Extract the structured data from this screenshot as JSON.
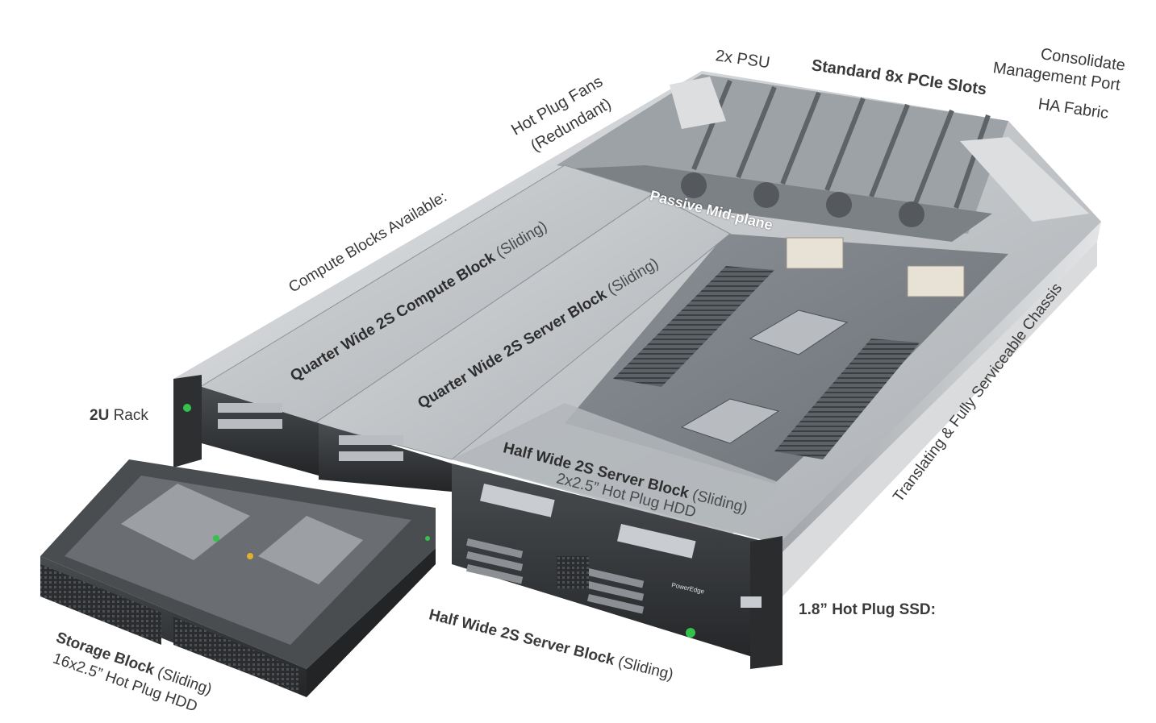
{
  "labels": {
    "psu": "2x PSU",
    "pcie": "Standard 8x PCIe Slots",
    "consolidate_1": "Consolidate",
    "consolidate_2": "Management Port",
    "ha_fabric": "HA Fabric",
    "fans_1": "Hot Plug Fans",
    "fans_2": "(Redundant)",
    "compute_blocks": "Compute Blocks Available:",
    "midplane": "Passive Mid-plane",
    "qw_compute": "Quarter Wide 2S Compute Block",
    "qw_compute_suffix": " (Sliding)",
    "qw_server": "Quarter Wide 2S Server Block",
    "qw_server_suffix": " (Sliding)",
    "rack_bold": "2U",
    "rack_rest": " Rack",
    "hw_server_top": "Half Wide 2S Server Block",
    "hw_server_top_suffix": " (Sliding)",
    "hw_hdd": "2x2.5” Hot Plug HDD",
    "chassis": "Translating & Fully Serviceable Chassis",
    "ssd": "1.8” Hot Plug SSD:",
    "hw_server_bottom": "Half Wide 2S Server Block",
    "hw_server_bottom_suffix": " (Sliding)",
    "storage": "Storage Block",
    "storage_suffix": " (Sliding)",
    "storage_hdd": "16x2.5” Hot Plug HDD",
    "brand": "PowerEdge"
  },
  "colors": {
    "title_blue": "#0a83c8",
    "chassis_top": "#c9ccd0",
    "metal_dark": "#2f3133",
    "accent_green": "#35c24a"
  },
  "icons": [
    "power-button-icon",
    "fan-icon",
    "drive-bay-icon"
  ]
}
